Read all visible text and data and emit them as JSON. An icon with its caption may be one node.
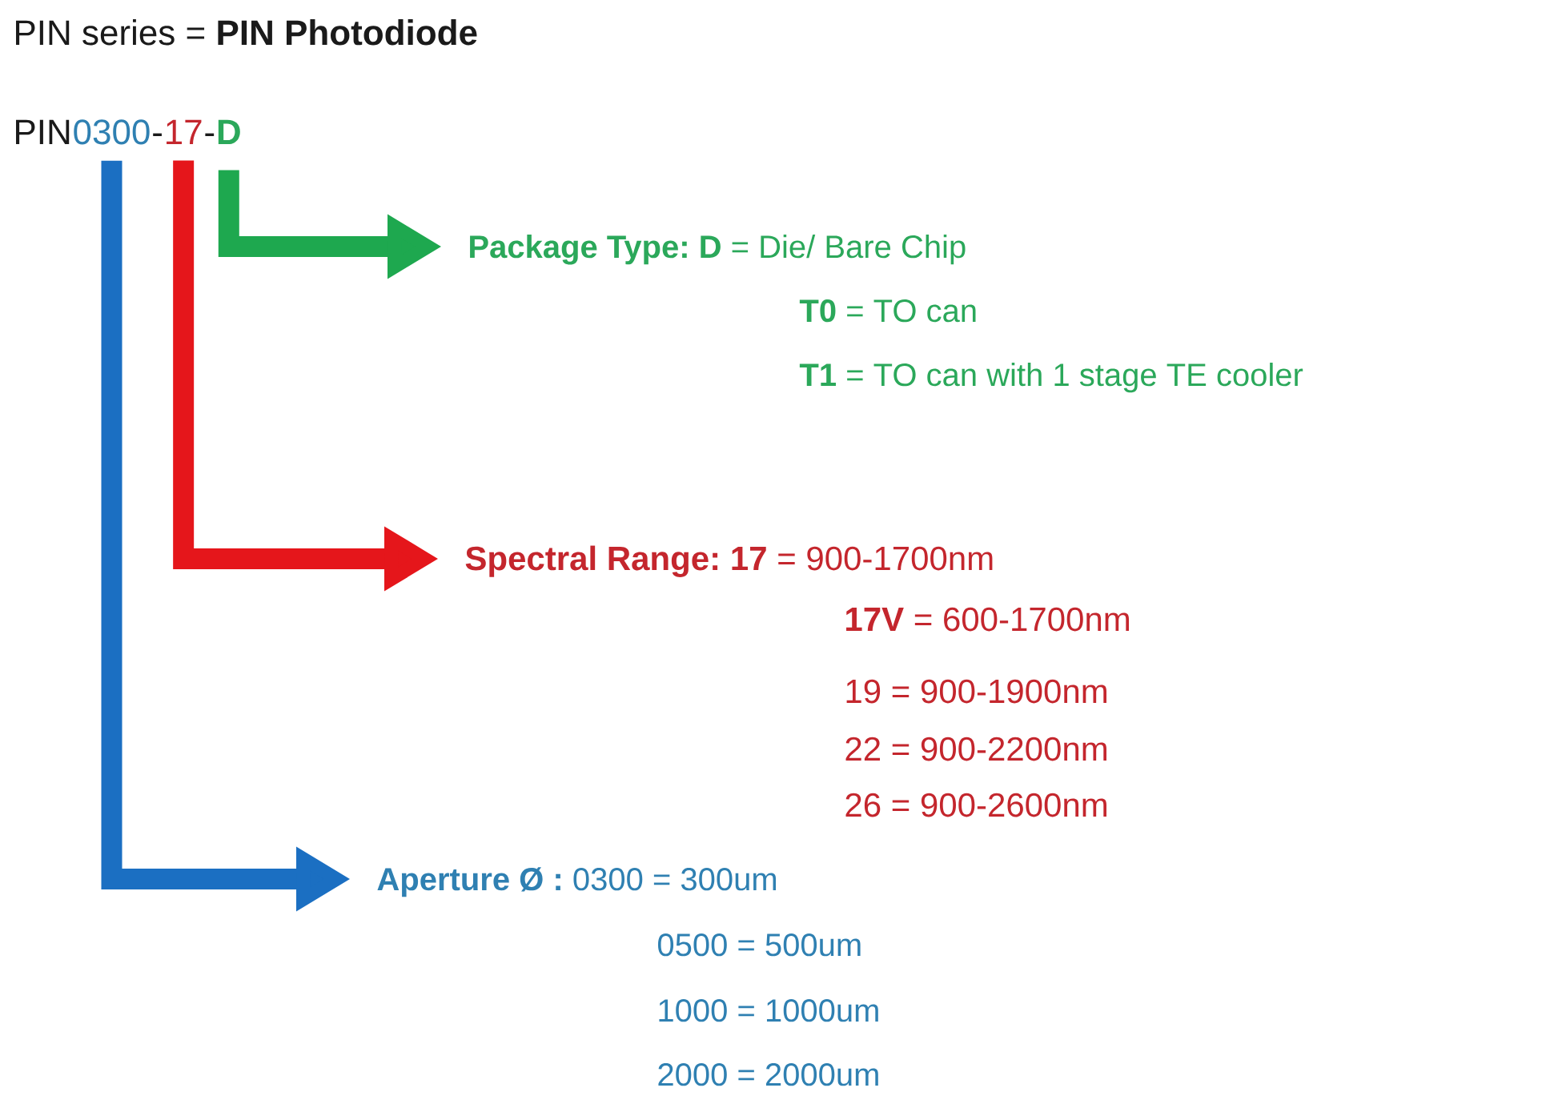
{
  "diagram": {
    "title": "PIN series = **PIN Photodiode**",
    "nodes": [
      {
        "text": [
          "0300"
        ]
      },
      {
        "text": [
          "17"
        ]
      },
      {
        "text": [
          "D"
        ]
      },
      {
        "text": [
          "Package Type:",
          "**D** = Die/ Bare Chip",
          "**T0** = TO can",
          "**T1** = TO can with 1 stage TE cooler"
        ]
      },
      {
        "text": [
          "Spectral Range:",
          "**17** = 900-1700nm",
          "**17V** = 600-1700nm",
          "19 = 900-1900nm",
          "22 = 900-2200nm",
          "26 = 900-2600nm"
        ]
      },
      {
        "text": [
          "Aperture Ø :",
          "0300 = 300um",
          "0500 = 500um",
          "1000 = 1000um",
          "2000 = 2000um"
        ]
      }
    ],
    "edges": [
      {
        "from": 2,
        "to": 3,
        "arrow": "to",
        "color": "#1ea84f"
      },
      {
        "from": 1,
        "to": 4,
        "arrow": "to",
        "color": "#e5161b"
      },
      {
        "from": 0,
        "to": 5,
        "arrow": "to",
        "color": "#1b6fc2"
      }
    ],
    "labels": [
      "PIN",
      "-",
      "-"
    ]
  }
}
